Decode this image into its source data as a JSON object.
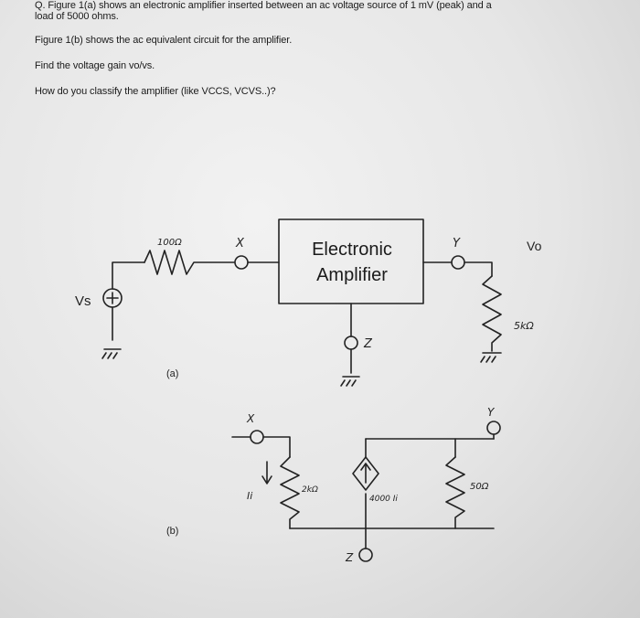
{
  "question": {
    "line1": "Q. Figure 1(a) shows an electronic amplifier inserted between an ac voltage source of 1 mV (peak) and a",
    "line2": "load of 5000 ohms.",
    "line3": "Figure 1(b) shows the ac equivalent circuit for the amplifier.",
    "line4": "Find the voltage gain vo/vs.",
    "line5": "How do you classify the amplifier (like VCCS, VCVS..)?"
  },
  "figure_a": {
    "label": "(a)",
    "source_label": "Vs",
    "source_resistor": "100Ω",
    "node_x": "X",
    "node_y": "Y",
    "node_z": "Z",
    "output_label": "Vo",
    "amp_line1": "Electronic",
    "amp_line2": "Amplifier",
    "load_resistor": "5kΩ"
  },
  "figure_b": {
    "label": "(b)",
    "node_x": "X",
    "node_y": "Y",
    "node_z": "Z",
    "input_current": "Ii",
    "input_resistor": "2kΩ",
    "dependent_source": "4000 Ii",
    "output_resistor": "50Ω"
  }
}
